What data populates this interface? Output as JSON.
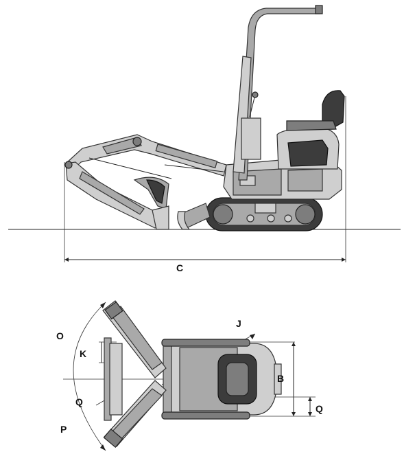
{
  "labels": {
    "c": "C",
    "o": "O",
    "k": "K",
    "q_left": "Q",
    "p": "P",
    "j": "J",
    "b": "B",
    "q_right": "Q"
  },
  "colors": {
    "background": "#ffffff",
    "body_light": "#cfcfcf",
    "body_mid": "#a9a9a9",
    "body_dark": "#3c3c3c",
    "line": "#222222"
  }
}
